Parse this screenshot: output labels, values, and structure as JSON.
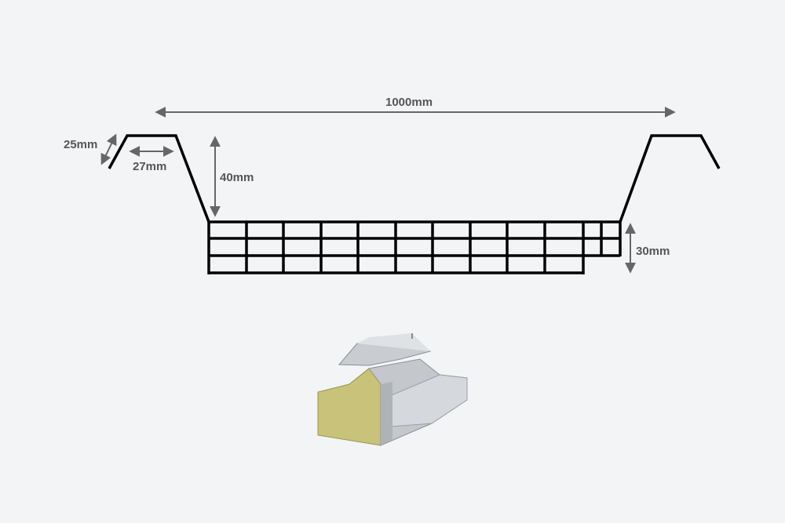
{
  "dimensions": {
    "width": "1000mm",
    "flange_slope": "25mm",
    "flange_top": "27mm",
    "upstand_height": "40mm",
    "panel_thickness": "30mm"
  },
  "colors": {
    "background": "#f3f4f6",
    "profile": "#000000",
    "dimension": "#666666",
    "insulation": "#c9c27a",
    "metal": "#c4c8cc"
  }
}
